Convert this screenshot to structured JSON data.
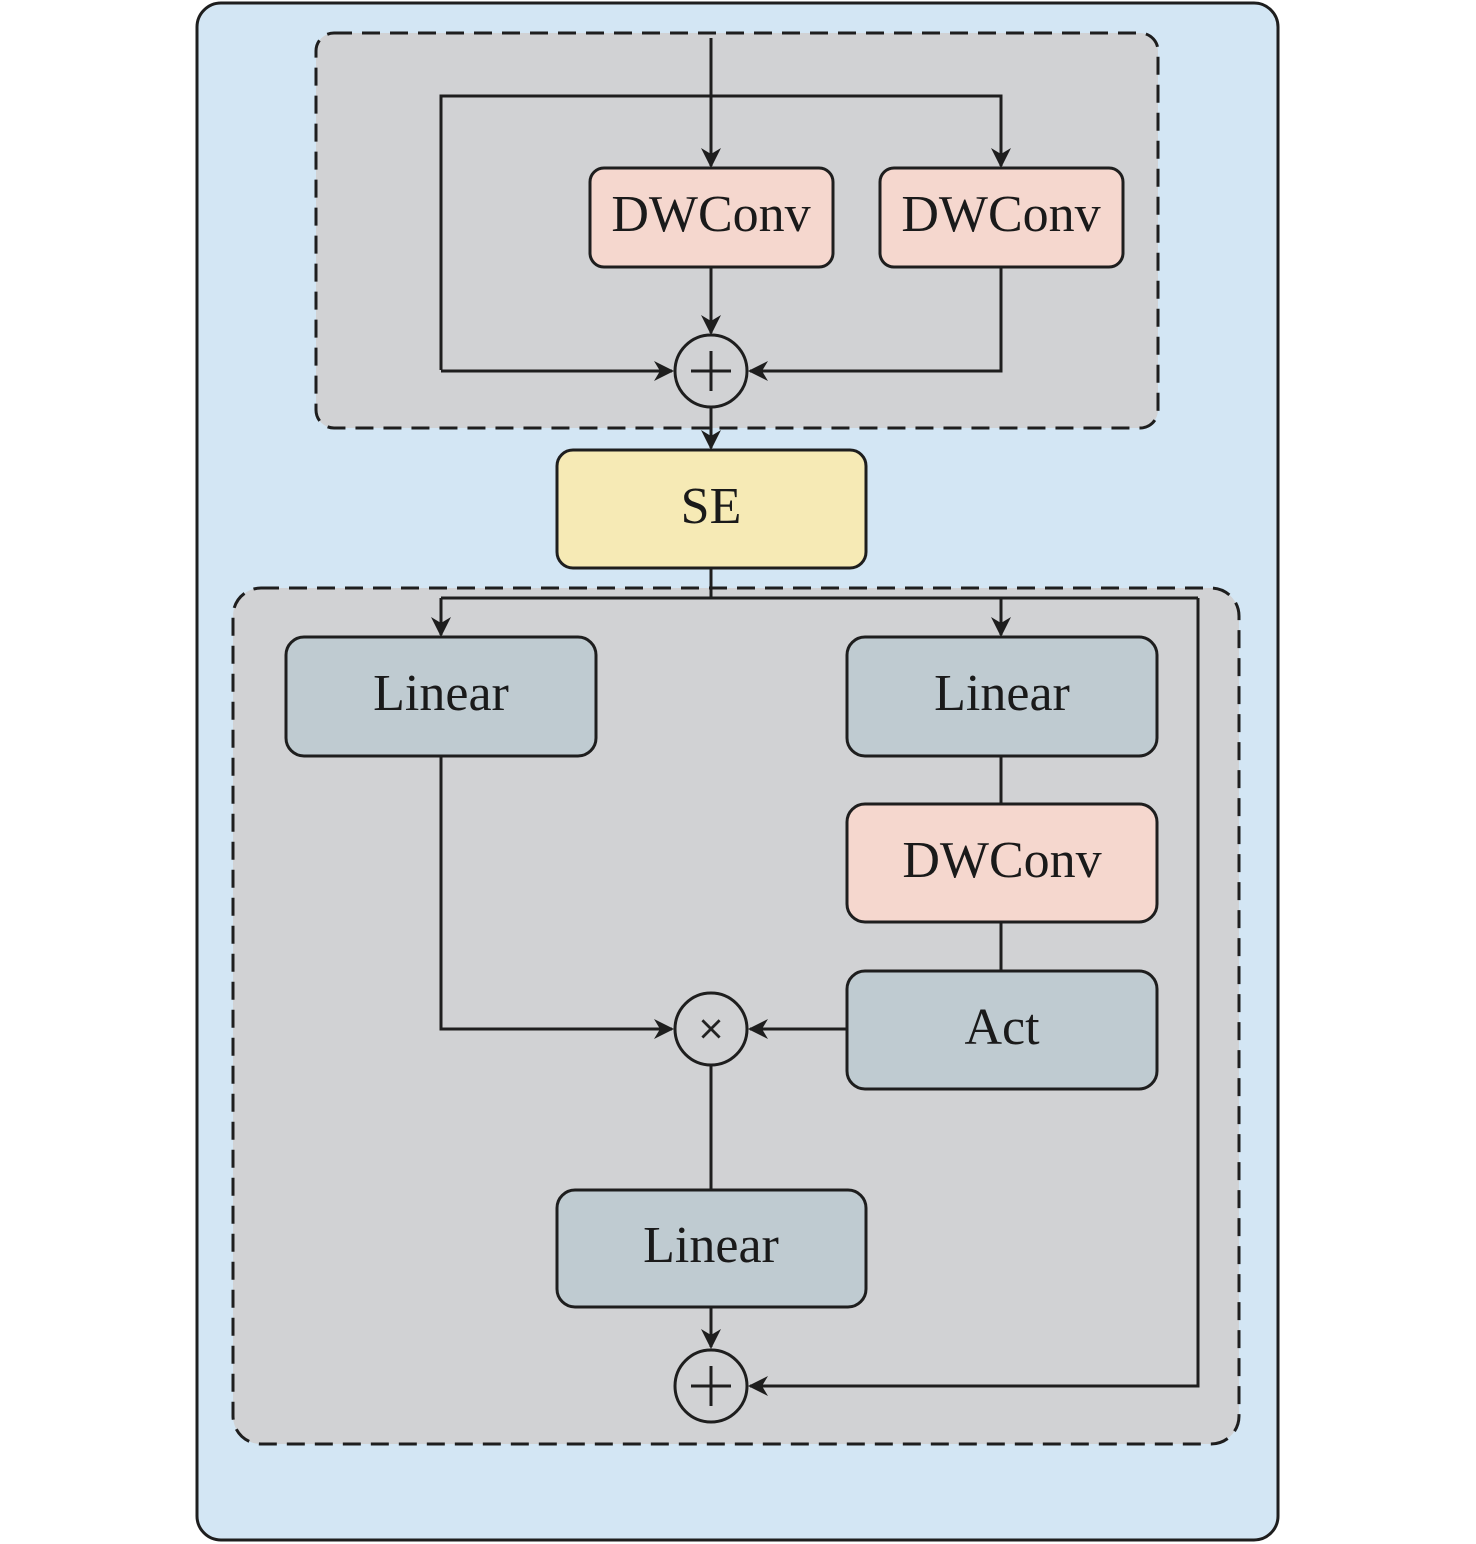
{
  "colors": {
    "outer_bg": "#d3e6f4",
    "group_bg": "#d1d2d4",
    "dwconv_fill": "#f5d7ce",
    "se_fill": "#f6eab5",
    "linear_fill": "#bfcbd1",
    "stroke": "#1e1e1e"
  },
  "top_block": {
    "dwconv_left": "DWConv",
    "dwconv_right": "DWConv",
    "add_op_icon": "plus-circle-icon"
  },
  "se_block": {
    "label": "SE"
  },
  "bottom_block": {
    "linear_left": "Linear",
    "linear_right": "Linear",
    "dwconv": "DWConv",
    "act": "Act",
    "multiply_op": "×",
    "linear_out": "Linear",
    "add_op_icon": "plus-circle-icon"
  }
}
